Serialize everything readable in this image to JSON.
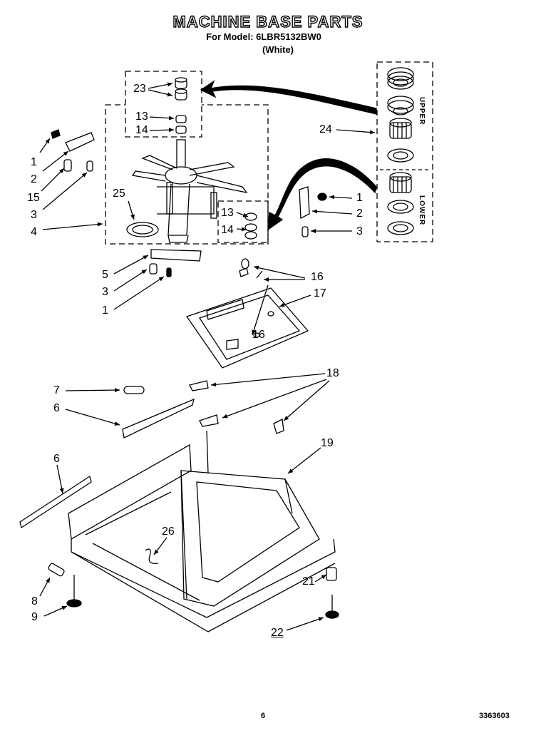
{
  "header": {
    "title": "MACHINE BASE PARTS",
    "model": "For Model: 6LBR5132BW0",
    "color": "(White)"
  },
  "inset": {
    "upper": "UPPER",
    "lower": "LOWER"
  },
  "callouts": {
    "c23": "23",
    "c13a": "13",
    "c14a": "14",
    "c1a": "1",
    "c2a": "2",
    "c15": "15",
    "c3a": "3",
    "c4": "4",
    "c25": "25",
    "c13b": "13",
    "c14b": "14",
    "c24": "24",
    "c1b": "1",
    "c2b": "2",
    "c3b": "3",
    "c5": "5",
    "c3c": "3",
    "c1c": "1",
    "c16a": "16",
    "c17": "17",
    "c16b": "16",
    "c7": "7",
    "c6a": "6",
    "c18": "18",
    "c6b": "6",
    "c19": "19",
    "c26": "26",
    "c8": "8",
    "c9": "9",
    "c21": "21",
    "c22": "22"
  },
  "footer": {
    "page": "6",
    "doc_number": "3363603"
  }
}
